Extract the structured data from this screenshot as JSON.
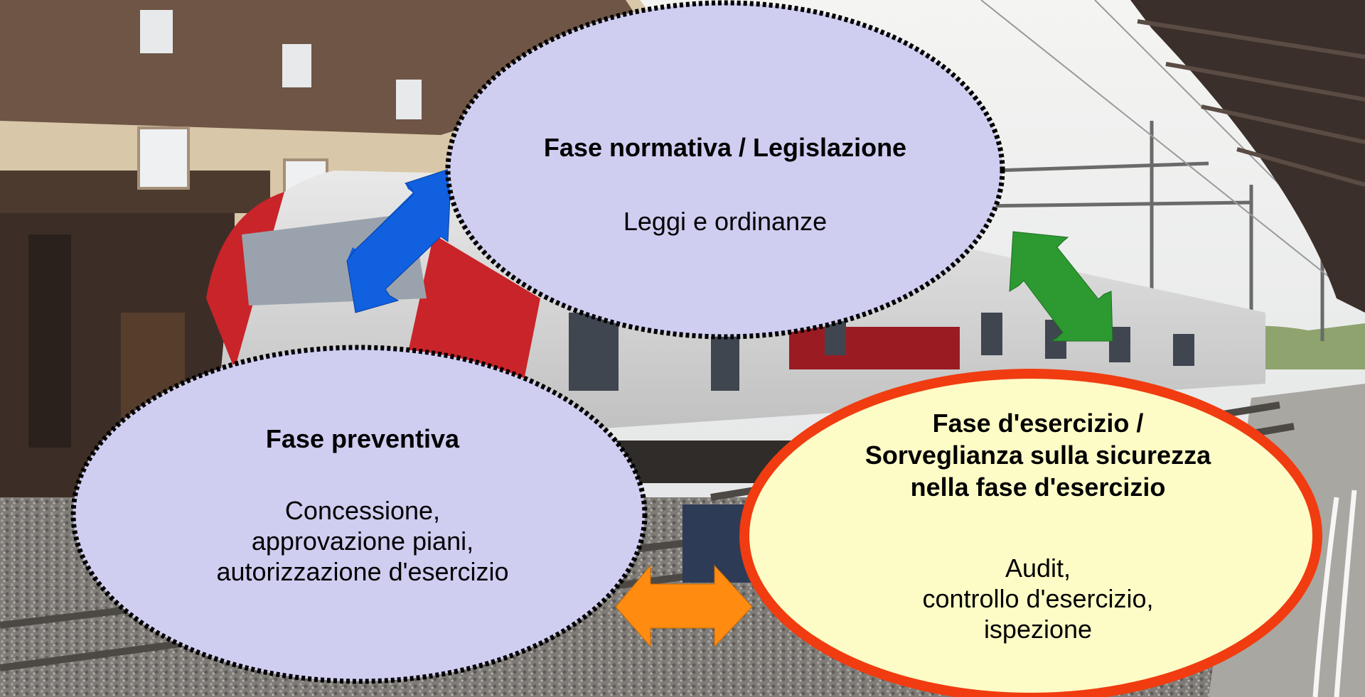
{
  "colors": {
    "ellipse_fill_lavender": "#cfcdf0",
    "ellipse_fill_yellow": "#fefcc6",
    "ellipse_border_red": "#f03c10",
    "arrow_blue": "#1060e0",
    "arrow_green": "#2c9a30",
    "arrow_orange": "#ff8c10"
  },
  "normativa": {
    "title": "Fase normativa / Legislazione",
    "body": "Leggi e ordinanze"
  },
  "preventiva": {
    "title": "Fase preventiva",
    "body_lines": [
      "Concessione,",
      "approvazione piani,",
      "autorizzazione d'esercizio"
    ]
  },
  "esercizio": {
    "title_lines": [
      "Fase d'esercizio /",
      "Sorveglianza sulla sicurezza",
      "nella fase d'esercizio"
    ],
    "body_lines": [
      "Audit,",
      "controllo d'esercizio,",
      "ispezione"
    ]
  },
  "arrows": [
    "blue-arrow-icon",
    "green-arrow-icon",
    "orange-arrow-icon"
  ],
  "background": "train-station-photo"
}
